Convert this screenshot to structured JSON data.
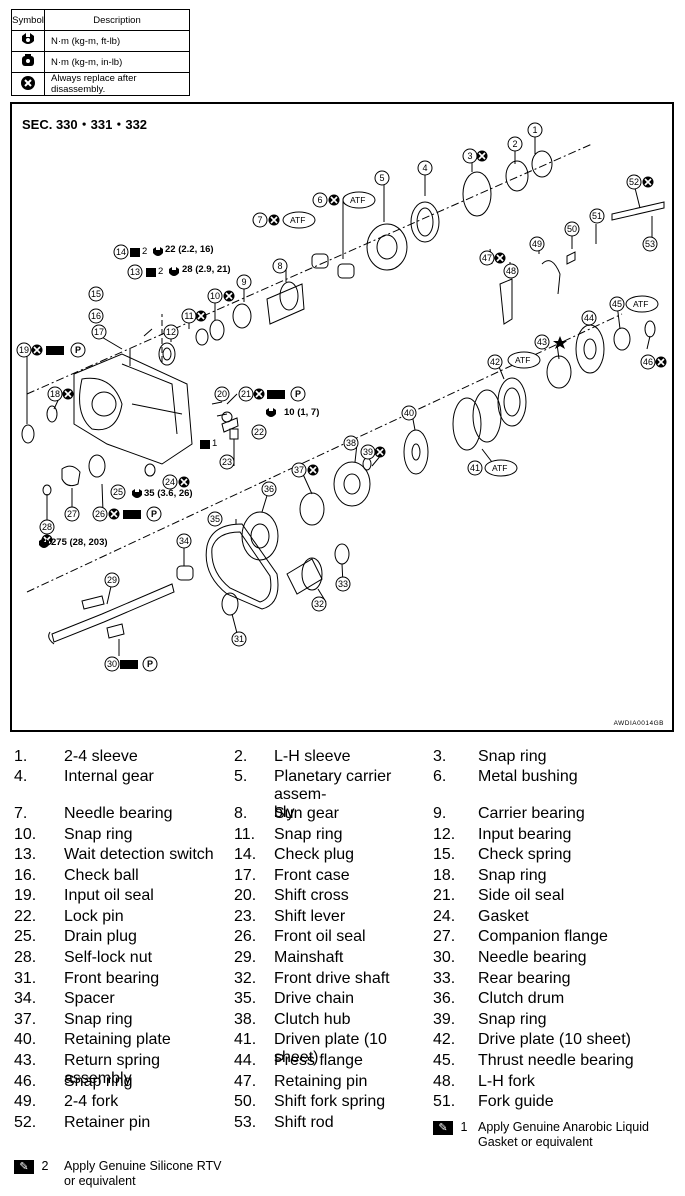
{
  "symbol_table": {
    "headers": [
      "Symbol",
      "Description"
    ],
    "rows": [
      {
        "icon": "torque-wrench-icon",
        "desc": "N·m (kg-m, ft-lb)"
      },
      {
        "icon": "torque-wrench-small-icon",
        "desc": "N·m (kg-m, in-lb)"
      },
      {
        "icon": "replace-x-icon",
        "desc": "Always replace after disassembly."
      }
    ]
  },
  "diagram": {
    "section": "SEC. 330・331・332",
    "code": "AWDIA0014GB",
    "callouts": {
      "c14": "22 (2.2, 16)",
      "c13": "28 (2.9, 21)",
      "c10": "10 (1, 7)",
      "c25": "35 (3.6, 26)",
      "c28": "275 (28, 203)"
    },
    "atf": "ATF",
    "p": "P",
    "markers": {
      "one": "1",
      "two": "2"
    }
  },
  "parts": [
    {
      "n": "1.",
      "name": "2-4 sleeve"
    },
    {
      "n": "2.",
      "name": "L-H sleeve"
    },
    {
      "n": "3.",
      "name": "Snap ring"
    },
    {
      "n": "4.",
      "name": "Internal gear"
    },
    {
      "n": "5.",
      "name": "Planetary carrier assem-\nbly"
    },
    {
      "n": "6.",
      "name": "Metal bushing"
    },
    {
      "n": "7.",
      "name": "Needle bearing"
    },
    {
      "n": "8.",
      "name": "Sun gear"
    },
    {
      "n": "9.",
      "name": "Carrier bearing"
    },
    {
      "n": "10.",
      "name": "Snap ring"
    },
    {
      "n": "11.",
      "name": "Snap ring"
    },
    {
      "n": "12.",
      "name": "Input bearing"
    },
    {
      "n": "13.",
      "name": "Wait detection switch"
    },
    {
      "n": "14.",
      "name": "Check plug"
    },
    {
      "n": "15.",
      "name": "Check spring"
    },
    {
      "n": "16.",
      "name": "Check ball"
    },
    {
      "n": "17.",
      "name": "Front case"
    },
    {
      "n": "18.",
      "name": "Snap ring"
    },
    {
      "n": "19.",
      "name": "Input oil seal"
    },
    {
      "n": "20.",
      "name": "Shift cross"
    },
    {
      "n": "21.",
      "name": "Side oil seal"
    },
    {
      "n": "22.",
      "name": "Lock pin"
    },
    {
      "n": "23.",
      "name": "Shift lever"
    },
    {
      "n": "24.",
      "name": "Gasket"
    },
    {
      "n": "25.",
      "name": "Drain plug"
    },
    {
      "n": "26.",
      "name": "Front oil seal"
    },
    {
      "n": "27.",
      "name": "Companion flange"
    },
    {
      "n": "28.",
      "name": "Self-lock nut"
    },
    {
      "n": "29.",
      "name": "Mainshaft"
    },
    {
      "n": "30.",
      "name": "Needle bearing"
    },
    {
      "n": "31.",
      "name": "Front bearing"
    },
    {
      "n": "32.",
      "name": "Front drive shaft"
    },
    {
      "n": "33.",
      "name": "Rear bearing"
    },
    {
      "n": "34.",
      "name": "Spacer"
    },
    {
      "n": "35.",
      "name": "Drive chain"
    },
    {
      "n": "36.",
      "name": "Clutch drum"
    },
    {
      "n": "37.",
      "name": "Snap ring"
    },
    {
      "n": "38.",
      "name": "Clutch hub"
    },
    {
      "n": "39.",
      "name": "Snap ring"
    },
    {
      "n": "40.",
      "name": "Retaining plate"
    },
    {
      "n": "41.",
      "name": "Driven plate (10 sheet)"
    },
    {
      "n": "42.",
      "name": "Drive plate (10 sheet)"
    },
    {
      "n": "43.",
      "name": "Return spring assembly"
    },
    {
      "n": "44.",
      "name": "Press flange"
    },
    {
      "n": "45.",
      "name": "Thrust needle bearing"
    },
    {
      "n": "46.",
      "name": "Snap ring"
    },
    {
      "n": "47.",
      "name": "Retaining pin"
    },
    {
      "n": "48.",
      "name": "L-H fork"
    },
    {
      "n": "49.",
      "name": "2-4 fork"
    },
    {
      "n": "50.",
      "name": "Shift fork spring"
    },
    {
      "n": "51.",
      "name": "Fork guide"
    },
    {
      "n": "52.",
      "name": "Retainer pin"
    },
    {
      "n": "53.",
      "name": "Shift rod"
    }
  ],
  "notes": [
    {
      "n": "1",
      "text": "Apply Genuine Anarobic Liquid\nGasket or equivalent"
    },
    {
      "n": "2",
      "text": "Apply Genuine Silicone RTV\nor equivalent"
    }
  ]
}
